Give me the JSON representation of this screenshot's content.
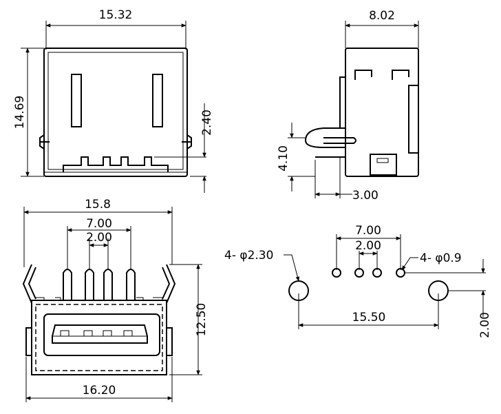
{
  "drawing": {
    "front_view": {
      "width_dim": "15.32",
      "height_dim": "14.69",
      "pin_offset_dim": "2.40"
    },
    "side_view": {
      "depth_dim": "8.02",
      "pin_height_dim": "4.10",
      "pin_offset_dim": "3.00"
    },
    "bottom_view": {
      "outer_width_dim": "15.8",
      "pin_span_dim": "7.00",
      "pin_pitch_dim": "2.00",
      "height_dim": "12.50",
      "body_width_dim": "16.20"
    },
    "pcb_layout": {
      "pin_span_dim": "7.00",
      "pin_pitch_dim": "2.00",
      "large_hole_label": "4- φ2.30",
      "small_hole_label": "4- φ0.9",
      "hole_spacing_dim": "15.50",
      "row_offset_dim": "2.00"
    }
  }
}
